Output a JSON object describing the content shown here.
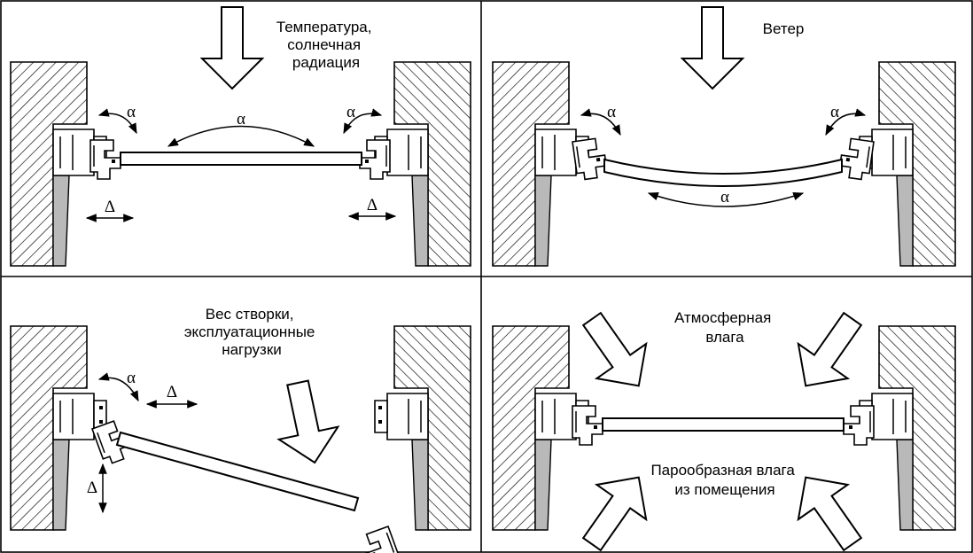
{
  "panels": {
    "temperature": {
      "label_lines": [
        "Температура,",
        "солнечная",
        "радиация"
      ],
      "alpha": "α",
      "delta": "Δ"
    },
    "wind": {
      "label_lines": [
        "Ветер"
      ],
      "alpha": "α"
    },
    "weight": {
      "label_lines": [
        "Вес створки,",
        "эксплуатационные",
        "нагрузки"
      ],
      "alpha": "α",
      "delta": "Δ"
    },
    "moisture": {
      "label_top_lines": [
        "Атмосферная",
        "влага"
      ],
      "label_bottom_lines": [
        "Парообразная влага",
        "из помещения"
      ]
    }
  },
  "colors": {
    "stroke": "#000000",
    "reveal_fill": "#b9b9b9",
    "background": "#ffffff"
  }
}
